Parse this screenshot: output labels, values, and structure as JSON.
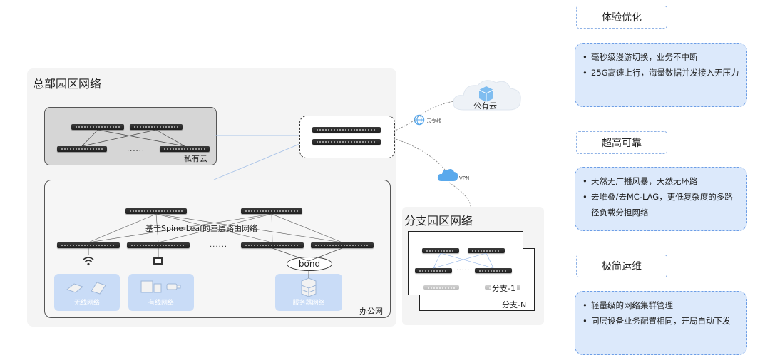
{
  "hq": {
    "title": "总部园区网络"
  },
  "private_cloud": {
    "label": "私有云",
    "ellipsis": "......"
  },
  "public_cloud": {
    "label": "公有云",
    "link_label": "云专线"
  },
  "vpn": {
    "label": "VPN"
  },
  "office": {
    "label": "办公网",
    "fabric_label": "基于Spine-Leaf的三层路由网络",
    "ellipsis": "......",
    "bond_label": "bond",
    "access": [
      {
        "label": "无线网络",
        "icon": "laptop-icon"
      },
      {
        "label": "有线网络",
        "icon": "desktop-camera-icon"
      },
      {
        "label": "服务器网络",
        "icon": "server-icon"
      }
    ]
  },
  "branch": {
    "title": "分支园区网络",
    "card1": "分支-1",
    "cardN": "分支-N",
    "ellipsis": "......"
  },
  "features": [
    {
      "title": "体验优化",
      "items": [
        "毫秒级漫游切换，业务不中断",
        "25G高速上行，海量数据并发接入无压力"
      ]
    },
    {
      "title": "超高可靠",
      "items": [
        "天然无广播风暴，天然无环路",
        "去堆叠/去MC-LAG，更低复杂度的多路径负载分担网络"
      ]
    },
    {
      "title": "极简运维",
      "items": [
        "轻量级的网络集群管理",
        "同层设备业务配置相同，开局自动下发"
      ]
    }
  ],
  "colors": {
    "feature_fill": "#dce9fb",
    "feature_border": "#6d9ee6",
    "access_tile": "#c9dcf7",
    "cloud_blue": "#5aa9ec"
  }
}
